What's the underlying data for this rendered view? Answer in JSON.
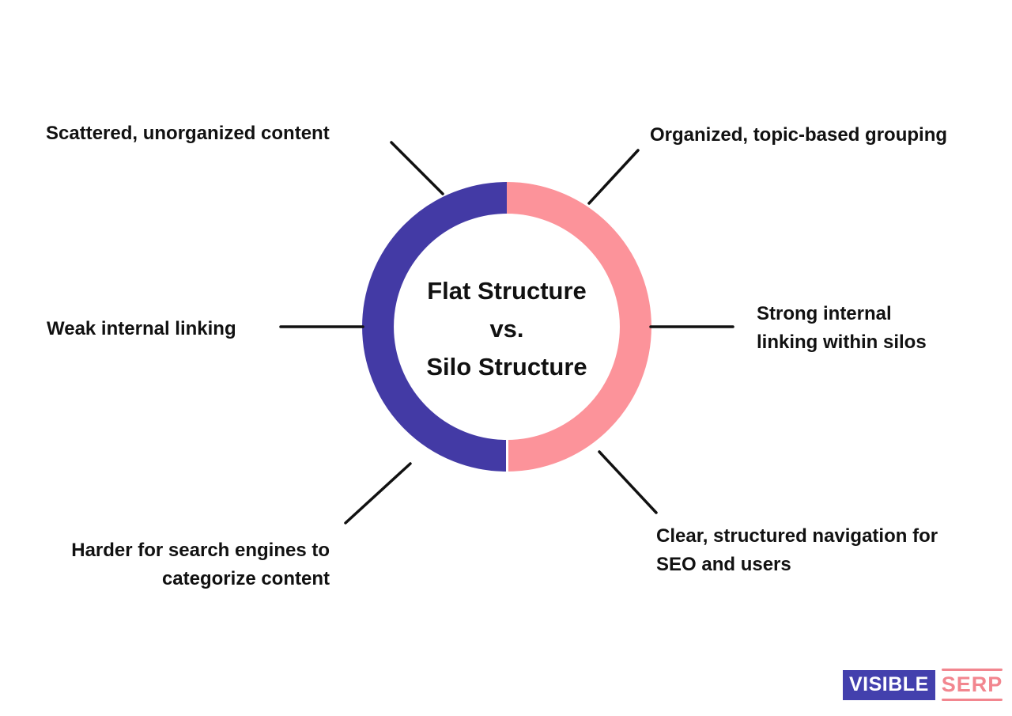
{
  "page": {
    "background_color": "#ffffff",
    "text_color": "#111111",
    "connector_color": "#111111"
  },
  "chart": {
    "type": "split-donut-comparison",
    "title_lines": [
      "Flat Structure",
      "vs.",
      "Silo Structure"
    ],
    "left_half_label": "Flat Structure",
    "right_half_label": "Silo Structure",
    "left_color": "#433AA5",
    "right_color": "#FC939A"
  },
  "callouts": [
    {
      "side": "left",
      "position": "top",
      "refers_to": "Flat Structure",
      "lines": [
        "Scattered, unorganized content"
      ]
    },
    {
      "side": "right",
      "position": "top",
      "refers_to": "Silo Structure",
      "lines": [
        "Organized, topic-based grouping"
      ]
    },
    {
      "side": "left",
      "position": "middle",
      "refers_to": "Flat Structure",
      "lines": [
        "Weak internal linking"
      ]
    },
    {
      "side": "right",
      "position": "middle",
      "refers_to": "Silo Structure",
      "lines": [
        "Strong internal",
        "linking within silos"
      ]
    },
    {
      "side": "left",
      "position": "bottom",
      "refers_to": "Flat Structure",
      "lines": [
        "Harder for search engines to",
        "categorize content"
      ]
    },
    {
      "side": "right",
      "position": "bottom",
      "refers_to": "Silo Structure",
      "lines": [
        "Clear, structured navigation for",
        "SEO and users"
      ]
    }
  ],
  "logo": {
    "brand_primary": "VISIBLE",
    "brand_secondary": "SERP",
    "box_color": "#4340AD",
    "primary_text_color": "#ffffff",
    "accent_color": "#F2868F"
  }
}
